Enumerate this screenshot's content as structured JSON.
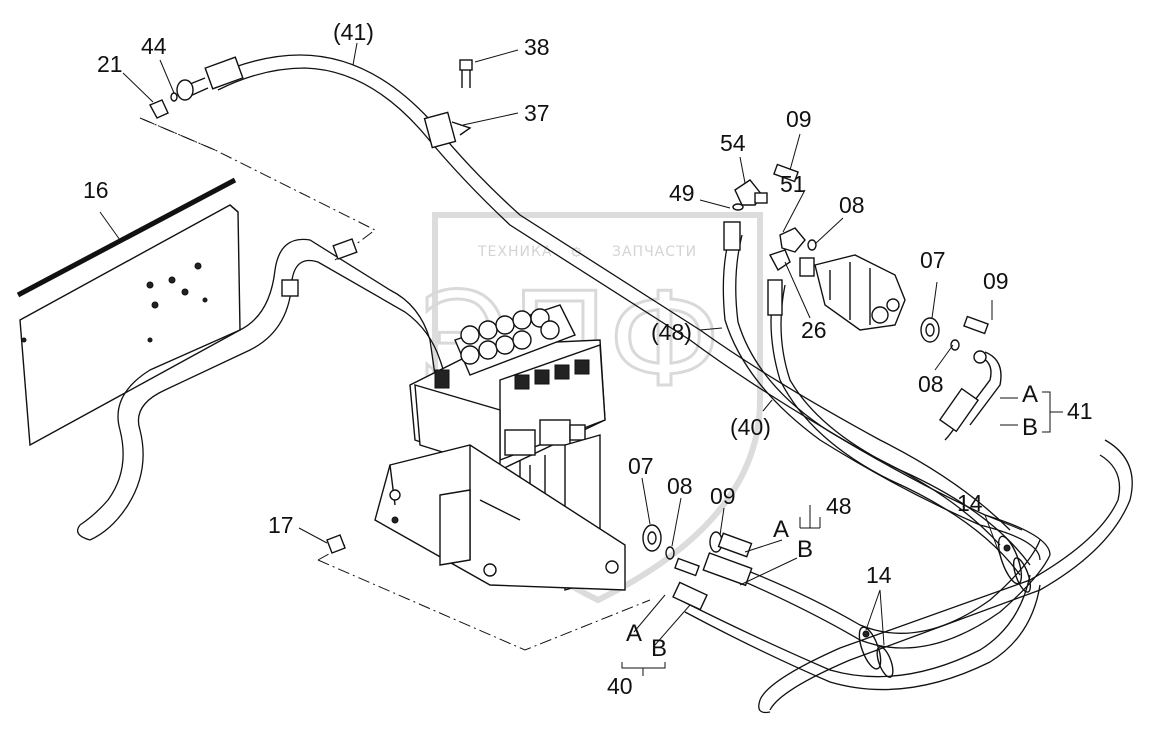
{
  "watermark": {
    "caption_left": "ТЕХНИКА",
    "caption_right": "ЗАПЧАСТИ",
    "gear_glyph": "⚙",
    "logo_letters": "ЭПФ"
  },
  "callouts": {
    "c41_top": "(41)",
    "c38": "38",
    "c37": "37",
    "c21": "21",
    "c44": "44",
    "c16": "16",
    "c09_top": "09",
    "c54": "54",
    "c51": "51",
    "c08_top": "08",
    "c49": "49",
    "c07_right": "07",
    "c09_right": "09",
    "c48_paren": "(48)",
    "c26": "26",
    "c08_right": "08",
    "c40_paren": "(40)",
    "c41_A": "A",
    "c41_B": "B",
    "c41_group": "41",
    "c17": "17",
    "c07_bottom": "07",
    "c08_bottom": "08",
    "c09_bottom": "09",
    "c48_A": "A",
    "c48_B": "B",
    "c48_group": "48",
    "c14_right": "14",
    "c14_bottom": "14",
    "c40_A": "A",
    "c40_B": "B",
    "c40_group": "40"
  }
}
